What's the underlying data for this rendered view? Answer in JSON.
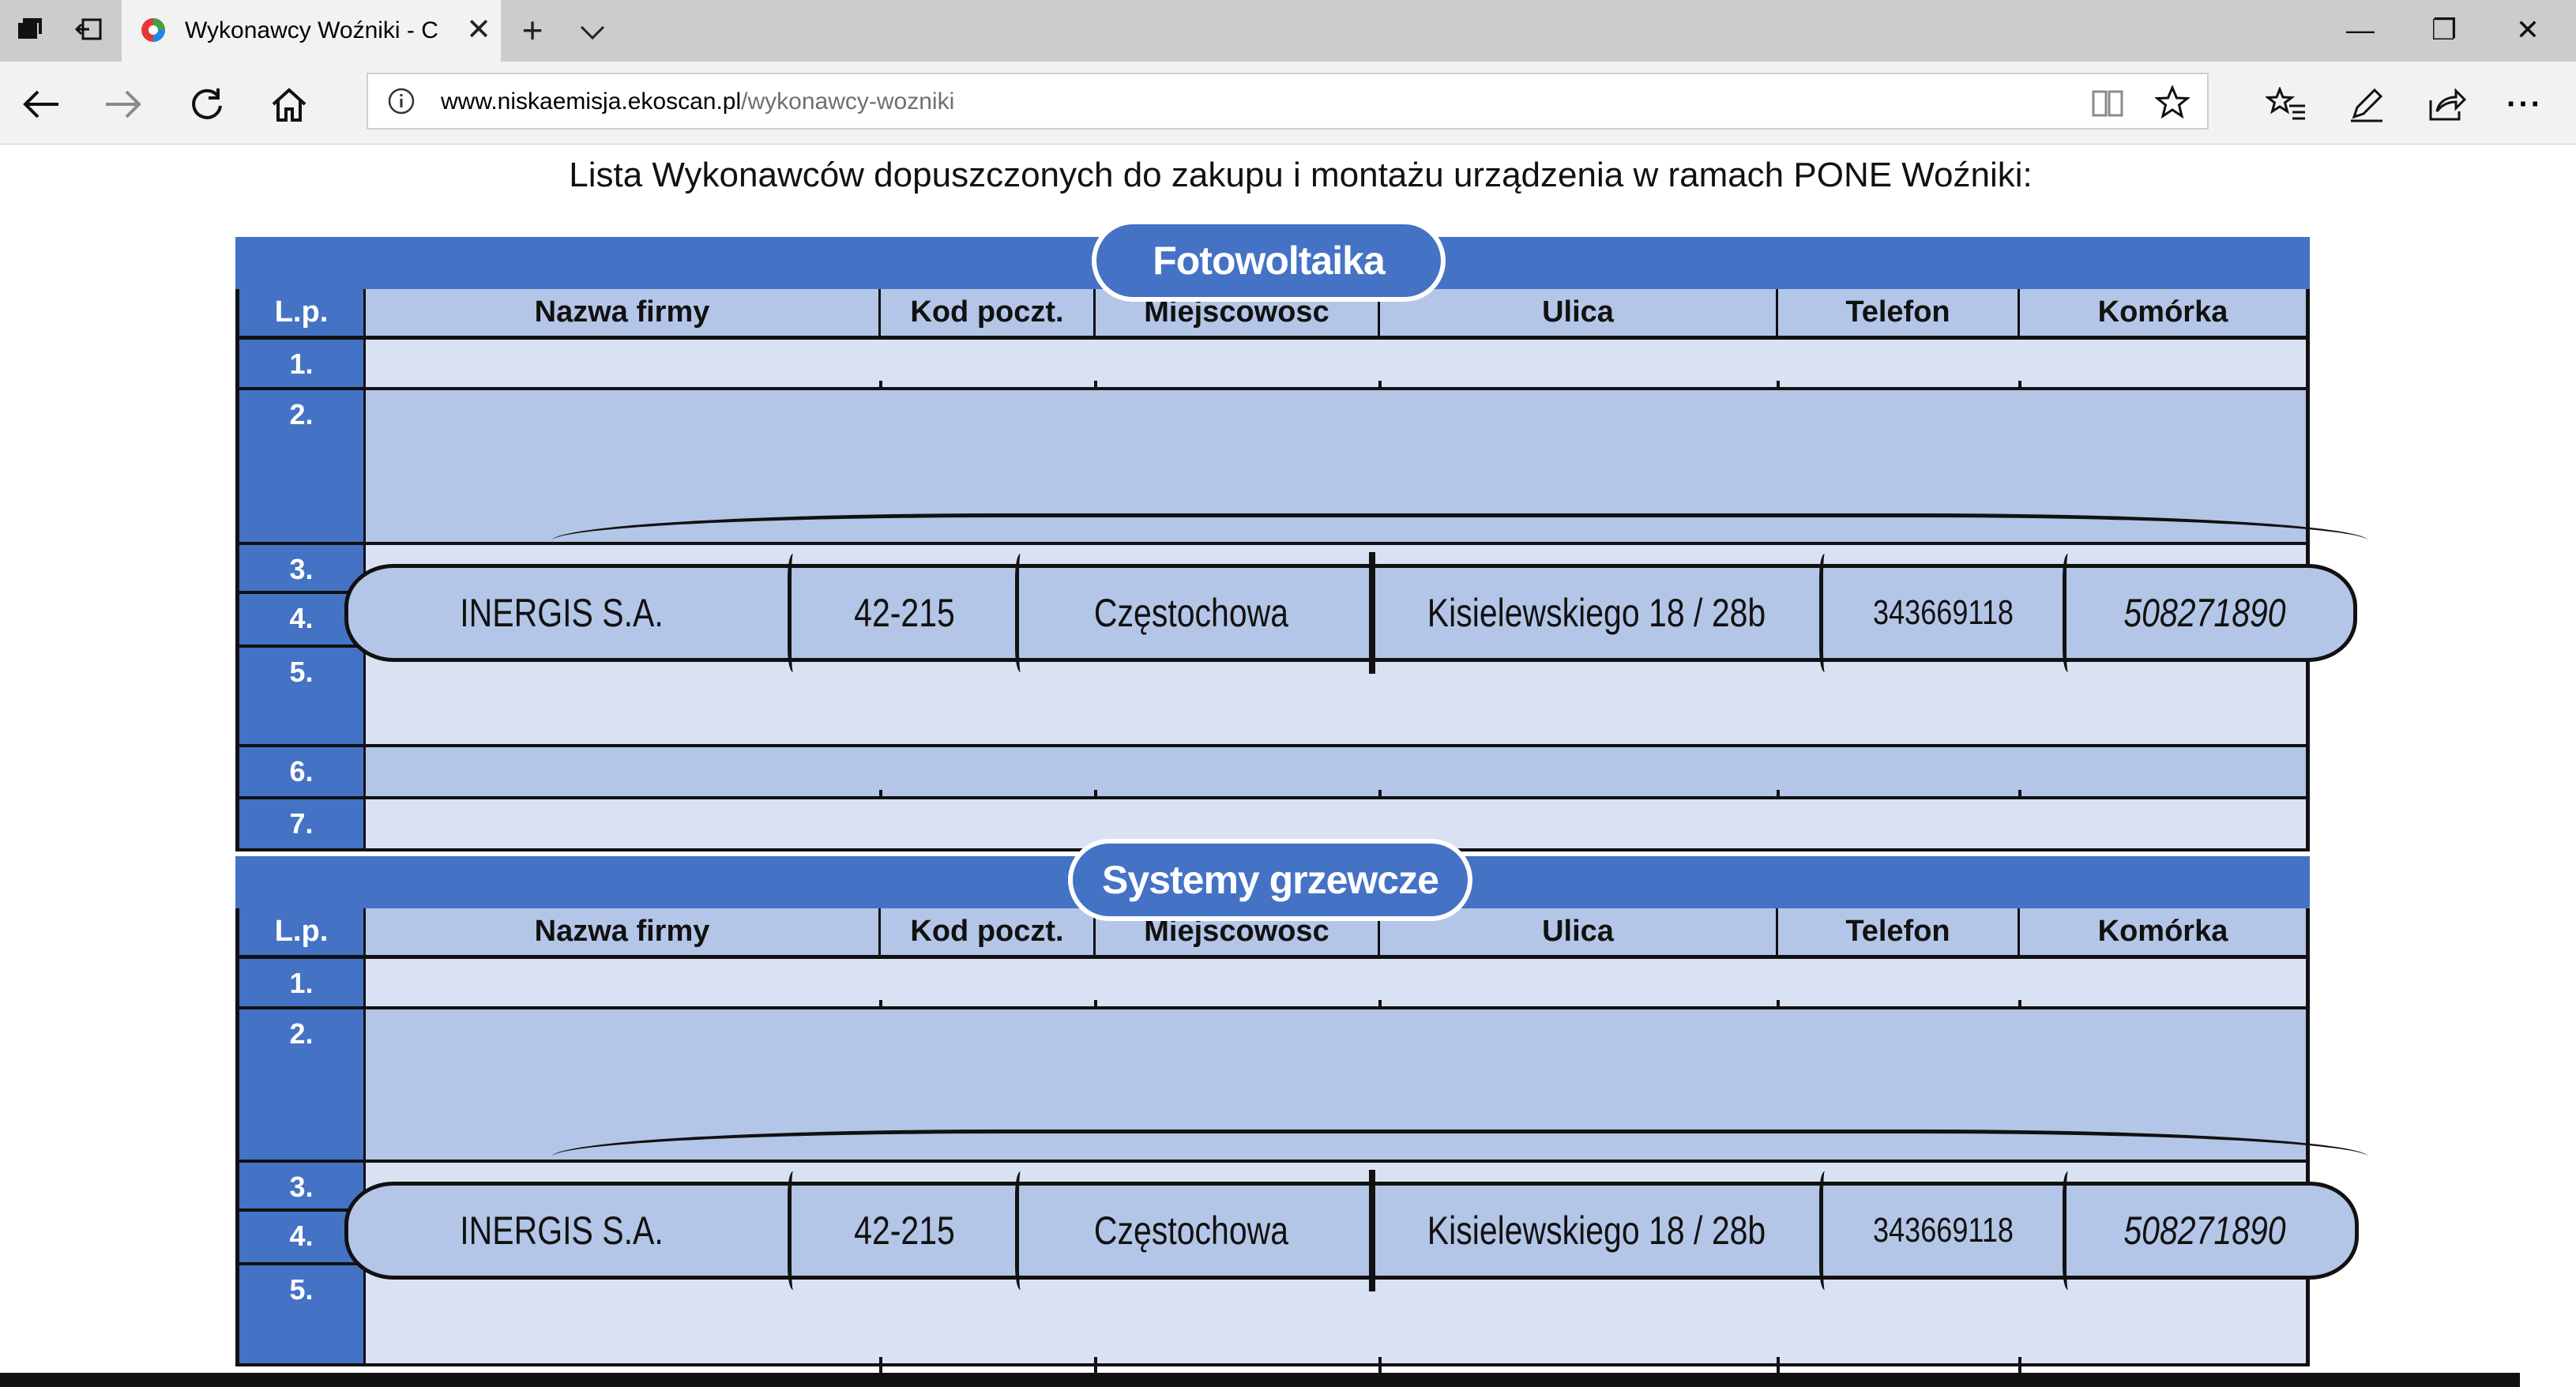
{
  "browser": {
    "tab_title": "Wykonawcy Woźniki - C",
    "tab_close": "✕",
    "new_tab": "+",
    "url_host": "www.niskaemisja.ekoscan.pl",
    "url_path": "/wykonawcy-wozniki",
    "window_minimize": "—",
    "window_restore": "❐",
    "window_close": "✕",
    "more": "···"
  },
  "page": {
    "heading": "Lista Wykonawców dopuszczonych do zakupu i montażu urządzenia w ramach PONE Woźniki:"
  },
  "columns": [
    "L.p.",
    "Nazwa firmy",
    "Kod poczt.",
    "Miejscowosc",
    "Ulica",
    "Telefon",
    "Komórka"
  ],
  "sections": [
    {
      "title": "Fotowoltaika",
      "row_numbers": [
        "1.",
        "2.",
        "3.",
        "4.",
        "5.",
        "6.",
        "7."
      ],
      "entry": {
        "name": "INERGIS S.A.",
        "postal": "42-215",
        "city": "Częstochowa",
        "street": "Kisielewskiego 18 / 28b",
        "phone": "343669118",
        "mobile": "508271890"
      }
    },
    {
      "title": "Systemy grzewcze",
      "row_numbers": [
        "1.",
        "2.",
        "3.",
        "4.",
        "5."
      ],
      "entry": {
        "name": "INERGIS S.A.",
        "postal": "42-215",
        "city": "Częstochowa",
        "street": "Kisielewskiego 18 / 28b",
        "phone": "343669118",
        "mobile": "508271890"
      }
    }
  ]
}
